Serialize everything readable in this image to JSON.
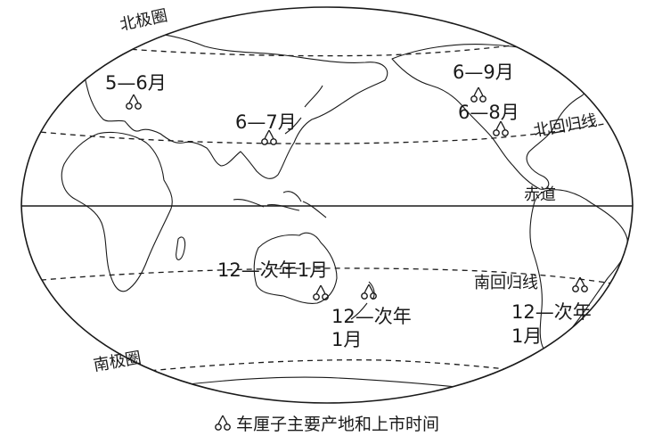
{
  "lines": {
    "arctic_circle": "北极圈",
    "tropic_of_cancer": "北回归线",
    "equator": "赤道",
    "tropic_of_capricorn": "南回归线",
    "antarctic_circle": "南极圈"
  },
  "harvest_periods": [
    {
      "region": "europe",
      "period": "5—6月"
    },
    {
      "region": "east-asia",
      "period": "6—7月"
    },
    {
      "region": "north-america-north",
      "period": "6—9月"
    },
    {
      "region": "north-america-west",
      "period": "6—8月"
    },
    {
      "region": "australia",
      "period": "12—次年1月"
    },
    {
      "region": "new-zealand",
      "period_line1": "12—次年",
      "period_line2": "1月"
    },
    {
      "region": "south-america",
      "period_line1": "12—次年",
      "period_line2": "1月"
    }
  ],
  "legend": {
    "icon": "cherry-icon",
    "label": "车厘子主要产地和上市时间"
  },
  "colors": {
    "ink": "#1a1a1a",
    "background": "#ffffff"
  }
}
